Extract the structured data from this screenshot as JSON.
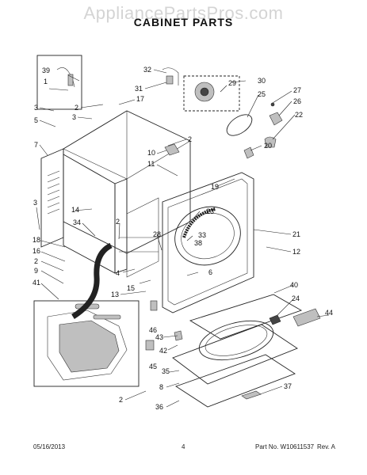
{
  "watermark": "AppliancePartsPros.com",
  "title": "CABINET PARTS",
  "footer": {
    "date": "05/16/2013",
    "page": "4",
    "part_no": "Part No. W10611537",
    "rev": "Rev. A"
  },
  "callouts": [
    "1",
    "2",
    "3",
    "4",
    "5",
    "6",
    "7",
    "8",
    "9",
    "10",
    "11",
    "12",
    "13",
    "14",
    "15",
    "16",
    "17",
    "18",
    "19",
    "20",
    "21",
    "22",
    "23",
    "24",
    "25",
    "26",
    "27",
    "28",
    "29",
    "30",
    "31",
    "32",
    "33",
    "34",
    "35",
    "36",
    "37",
    "38",
    "39",
    "40",
    "41",
    "42",
    "43",
    "44",
    "45",
    "46"
  ]
}
